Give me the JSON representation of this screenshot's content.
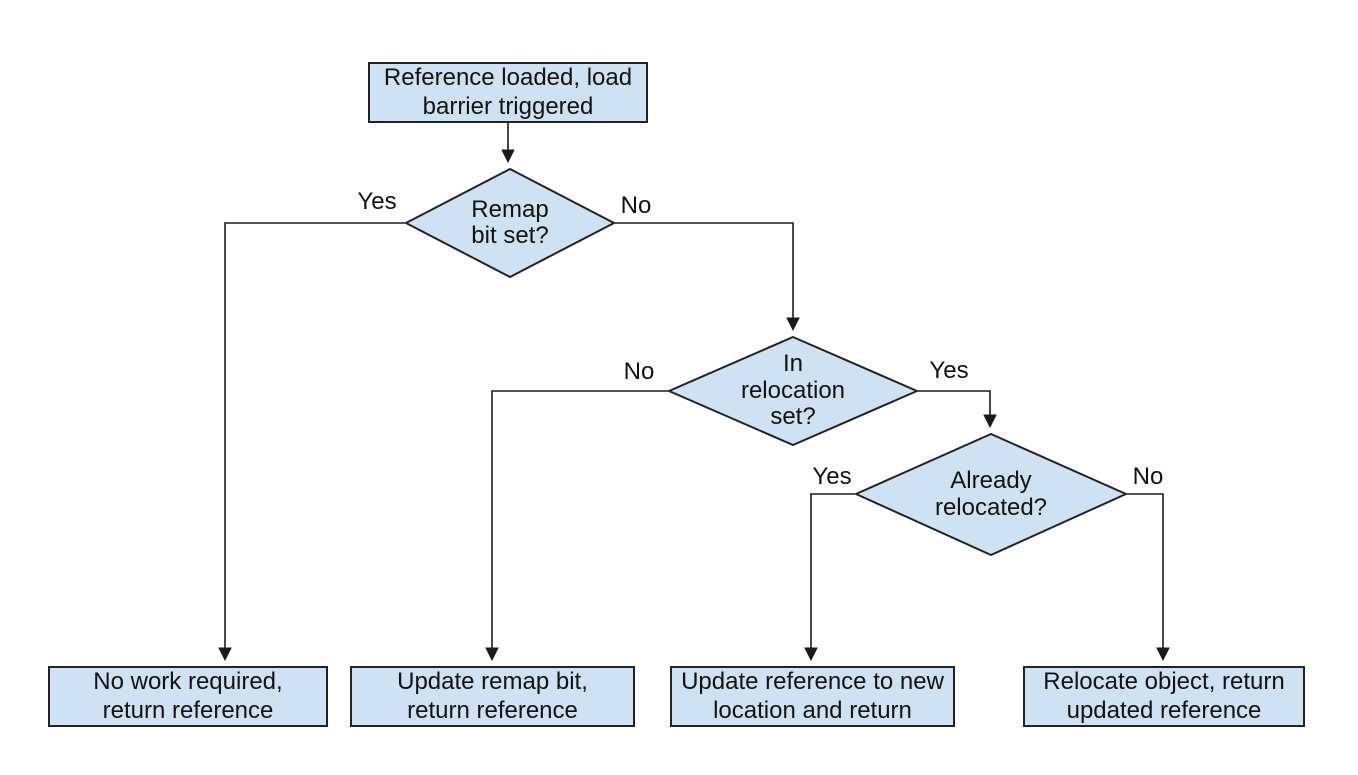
{
  "diagram": {
    "type": "flowchart",
    "colors": {
      "background": "#ffffff",
      "node_fill": "#cfe2f3",
      "node_border": "#222222",
      "connector": "#1a1a1a",
      "text": "#111111"
    },
    "nodes": {
      "start": {
        "shape": "rect",
        "label": "Reference loaded, load\nbarrier triggered"
      },
      "remap_bit": {
        "shape": "diamond",
        "label": "Remap\nbit set?"
      },
      "in_relocation": {
        "shape": "diamond",
        "label": "In\nrelocation\nset?"
      },
      "already_relocated": {
        "shape": "diamond",
        "label": "Already\nrelocated?"
      },
      "no_work": {
        "shape": "rect",
        "label": "No work required,\nreturn reference"
      },
      "update_remap": {
        "shape": "rect",
        "label": "Update remap bit,\nreturn reference"
      },
      "update_reference": {
        "shape": "rect",
        "label": "Update reference to new\nlocation and return"
      },
      "relocate_object": {
        "shape": "rect",
        "label": "Relocate object, return\nupdated reference"
      }
    },
    "edges": {
      "start_to_remap": {
        "from": "start",
        "to": "remap_bit",
        "label": ""
      },
      "remap_yes": {
        "from": "remap_bit",
        "to": "no_work",
        "label": "Yes"
      },
      "remap_no": {
        "from": "remap_bit",
        "to": "in_relocation",
        "label": "No"
      },
      "relocation_no": {
        "from": "in_relocation",
        "to": "update_remap",
        "label": "No"
      },
      "relocation_yes": {
        "from": "in_relocation",
        "to": "already_relocated",
        "label": "Yes"
      },
      "relocated_yes": {
        "from": "already_relocated",
        "to": "update_reference",
        "label": "Yes"
      },
      "relocated_no": {
        "from": "already_relocated",
        "to": "relocate_object",
        "label": "No"
      }
    }
  }
}
